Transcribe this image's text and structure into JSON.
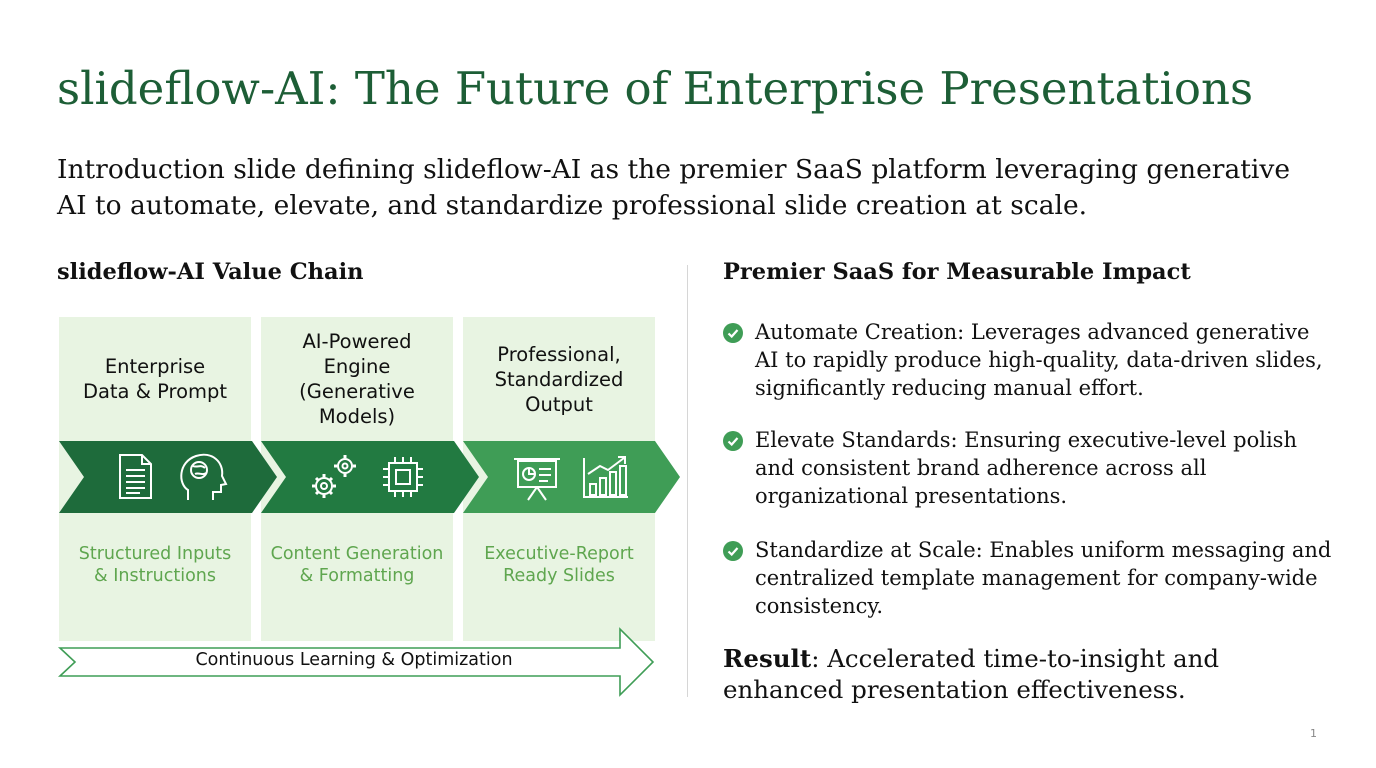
{
  "title": "slideflow-AI: The Future of Enterprise Presentations",
  "subtitle": "Introduction slide defining slideflow-AI as the premier SaaS platform leveraging generative AI to automate, elevate, and standardize professional slide creation at scale.",
  "value_chain": {
    "heading": "slideflow-AI Value Chain",
    "stages": [
      {
        "title": "Enterprise\nData & Prompt",
        "description": "Structured Inputs\n& Instructions",
        "icons": [
          "document-icon",
          "brain-head-icon"
        ]
      },
      {
        "title": "AI-Powered\nEngine\n(Generative\nModels)",
        "description": "Content Generation\n& Formatting",
        "icons": [
          "gears-icon",
          "chip-icon"
        ]
      },
      {
        "title": "Professional,\nStandardized\nOutput",
        "description": "Executive-Report\nReady Slides",
        "icons": [
          "presentation-board-icon",
          "growth-chart-icon"
        ]
      }
    ],
    "loop_label": "Continuous Learning & Optimization"
  },
  "impact": {
    "heading": "Premier SaaS for Measurable Impact",
    "bullets": [
      "Automate Creation: Leverages advanced generative AI to rapidly produce high-quality, data-driven slides, significantly reducing manual effort.",
      "Elevate Standards: Ensuring executive-level polish and consistent brand adherence across all organizational presentations.",
      "Standardize at Scale: Enables uniform messaging and centralized template management for company-wide consistency."
    ],
    "result_label": "Result",
    "result_text": ": Accelerated time-to-insight and enhanced presentation effectiveness."
  },
  "page_number": "1",
  "colors": {
    "title": "#1d5e36",
    "column_bg": "#e8f4e2",
    "chevron_dark": "#1e6b3b",
    "chevron_mid": "#227a41",
    "chevron_light": "#3f9d56",
    "description_text": "#5fa64f",
    "check": "#3f9d56"
  }
}
